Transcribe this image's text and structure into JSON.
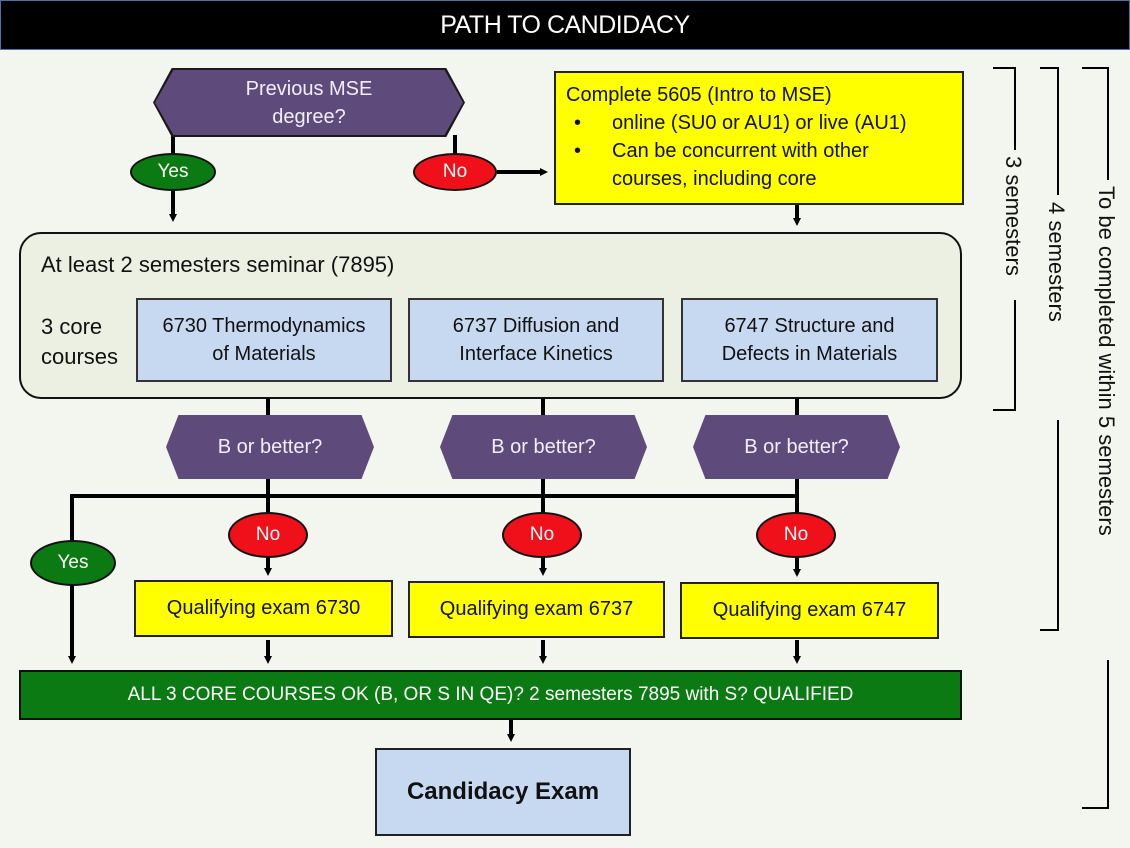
{
  "title": "PATH TO CANDIDACY",
  "start_decision": {
    "line1": "Previous MSE",
    "line2": "degree?"
  },
  "start_yes": "Yes",
  "start_no": "No",
  "intro_box": {
    "heading": "Complete 5605 (Intro to MSE)",
    "bullets": [
      "online (SU0 or AU1) or live  (AU1)",
      "Can be concurrent with other courses, including core"
    ]
  },
  "seminar_group": {
    "title": "At least 2 semesters seminar (7895)",
    "core_label_line1": "3 core",
    "core_label_line2": "courses",
    "courses": [
      {
        "line1": "6730 Thermodynamics",
        "line2": "of Materials"
      },
      {
        "line1": "6737 Diffusion and",
        "line2": "Interface Kinetics"
      },
      {
        "line1": "6747 Structure and",
        "line2": "Defects in Materials"
      }
    ]
  },
  "grade_decisions": [
    "B or better?",
    "B or better?",
    "B or better?"
  ],
  "grade_yes": "Yes",
  "grade_no": [
    "No",
    "No",
    "No"
  ],
  "qualifying_exams": [
    "Qualifying exam 6730",
    "Qualifying exam 6737",
    "Qualifying exam 6747"
  ],
  "qualified_bar": "ALL 3 CORE COURSES OK (B, OR S IN  QE)? 2 semesters 7895 with S? QUALIFIED",
  "candidacy_exam": "Candidacy Exam",
  "timeline": {
    "three": "3 semesters",
    "four": "4 semesters",
    "five": "To be completed within 5 semesters"
  }
}
